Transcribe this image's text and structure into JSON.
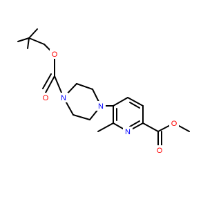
{
  "molecule": {
    "atom_labels": {
      "O_ester_top": "O",
      "O_carbonyl_left": "O",
      "N_piperazine_top": "N",
      "N_piperazine_bottom": "N",
      "N_pyridine": "N",
      "O_carbonyl_right": "O",
      "O_ester_right": "O"
    },
    "colors": {
      "bond": "#000000",
      "oxygen": "#ff0000",
      "nitrogen": "#0000ff"
    }
  }
}
